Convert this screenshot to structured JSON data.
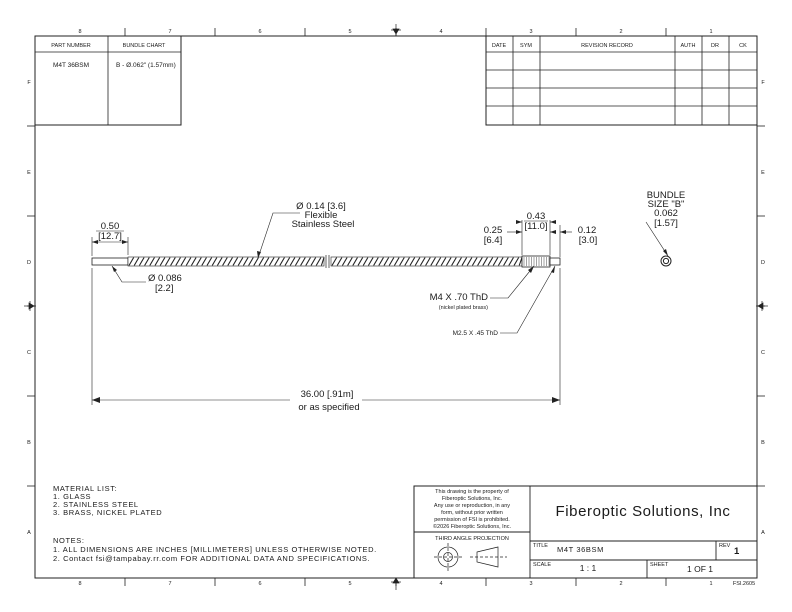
{
  "border": {
    "cols_top": [
      "8",
      "7",
      "6",
      "5",
      "4",
      "3",
      "2",
      "1"
    ],
    "cols_bottom": [
      "8",
      "7",
      "6",
      "5",
      "4",
      "3",
      "2",
      "1"
    ],
    "rows_left": [
      "F",
      "E",
      "D",
      "C",
      "B",
      "A"
    ],
    "rows_right": [
      "F",
      "E",
      "D",
      "C",
      "B",
      "A"
    ],
    "doc_code": "FSI.2605"
  },
  "part_table": {
    "header_part": "PART NUMBER",
    "header_bundle": "BUNDLE CHART",
    "part_number": "M4T 36BSM",
    "bundle_value": "B - Ø.062\" (1.57mm)"
  },
  "revision_table": {
    "headers": [
      "DATE",
      "SYM",
      "REVISION RECORD",
      "AUTH",
      "DR",
      "CK"
    ]
  },
  "dimensions": {
    "tube_dia": "Ø 0.14 [3.6]",
    "tube_desc1": "Flexible",
    "tube_desc2": "Stainless Steel",
    "left_len": "0.50",
    "left_len_mm": "[12.7]",
    "ferrule_dia": "Ø 0.086",
    "ferrule_dia_mm": "[2.2]",
    "d1": "0.25",
    "d1_mm": "[6.4]",
    "d2": "0.43",
    "d2_mm": "[11.0]",
    "d3": "0.12",
    "d3_mm": "[3.0]",
    "thread1": "M4 X .70 ThD",
    "thread1_note": "(nickel plated brass)",
    "thread2": "M2.5 X .45 ThD",
    "overall": "36.00 [.91m]",
    "overall_note": "or as specified",
    "bundle_l1": "BUNDLE",
    "bundle_l2": "SIZE \"B\"",
    "bundle_l3": "0.062",
    "bundle_l4": "[1.57]"
  },
  "materials": {
    "title": "MATERIAL LIST:",
    "items": [
      "1.   GLASS",
      "2.   STAINLESS STEEL",
      "3.   BRASS, NICKEL PLATED"
    ]
  },
  "notes": {
    "title": "NOTES:",
    "items": [
      "1.   ALL DIMENSIONS ARE INCHES [MILLIMETERS] UNLESS OTHERWISE NOTED.",
      "2.   Contact fsi@tampabay.rr.com FOR ADDITIONAL DATA AND SPECIFICATIONS."
    ]
  },
  "title_block": {
    "proprietary": [
      "This drawing is the property of",
      "Fiberoptic Solutions, Inc.",
      "Any use or reproduction, in any",
      "form, without prior written",
      "permission of FSI is prohibited.",
      "©2026 Fiberoptic Solutions, Inc."
    ],
    "projection": "THIRD ANGLE PROJECTION",
    "company": "Fiberoptic Solutions, Inc",
    "title_label": "TITLE",
    "title_value": "M4T 36BSM",
    "rev_label": "REV",
    "rev_value": "1",
    "scale_label": "SCALE",
    "scale_value": "1 : 1",
    "sheet_label": "SHEET",
    "sheet_value": "1   OF 1"
  }
}
